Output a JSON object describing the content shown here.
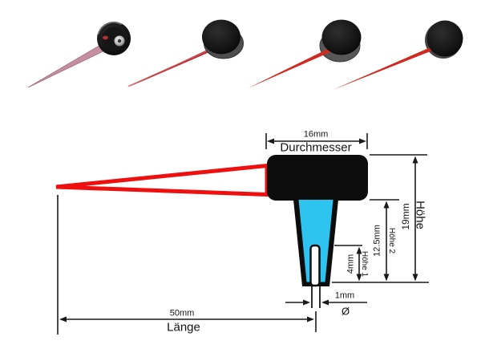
{
  "image_type": "product-photos-with-technical-drawing",
  "colors": {
    "background": "#ffffff",
    "needle_red": "#ee0f0f",
    "shaft_cyan": "#2fc4ef",
    "body_black": "#0d0d0d",
    "dimension_line": "#1a1a1a",
    "photo_needle_bright_red": "#ce2a20",
    "photo_needle_dark_red": "#b23236",
    "photo_needle_pink": "#c4909f"
  },
  "dimensions": {
    "diameter": {
      "value": "16mm",
      "label": "Durchmesser"
    },
    "total_height": {
      "value": "19mm",
      "label": "Höhe"
    },
    "height_2": {
      "value": "12.5mm",
      "label": "Höhe 2"
    },
    "height_1": {
      "value": "4mm",
      "label": "Höhe 1"
    },
    "shaft_diameter": {
      "value": "1mm",
      "label": "Ø"
    },
    "length": {
      "value": "50mm",
      "label": "Länge"
    }
  }
}
